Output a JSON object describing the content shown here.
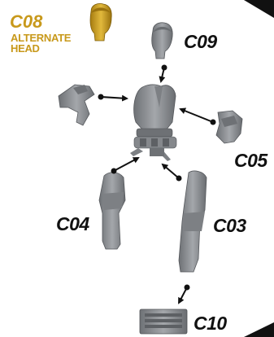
{
  "labels": {
    "c08_code": "C08",
    "c08_line1": "ALTERNATE",
    "c08_line2": "HEAD",
    "c09": "C09",
    "c05": "C05",
    "c04": "C04",
    "c03": "C03",
    "c10": "C10"
  },
  "colors": {
    "part_gray": "#8c8f93",
    "part_dark": "#5d6064",
    "part_light": "#b3b6ba",
    "gold": "#c8991b",
    "arrow": "#111111",
    "label": "#111111"
  }
}
